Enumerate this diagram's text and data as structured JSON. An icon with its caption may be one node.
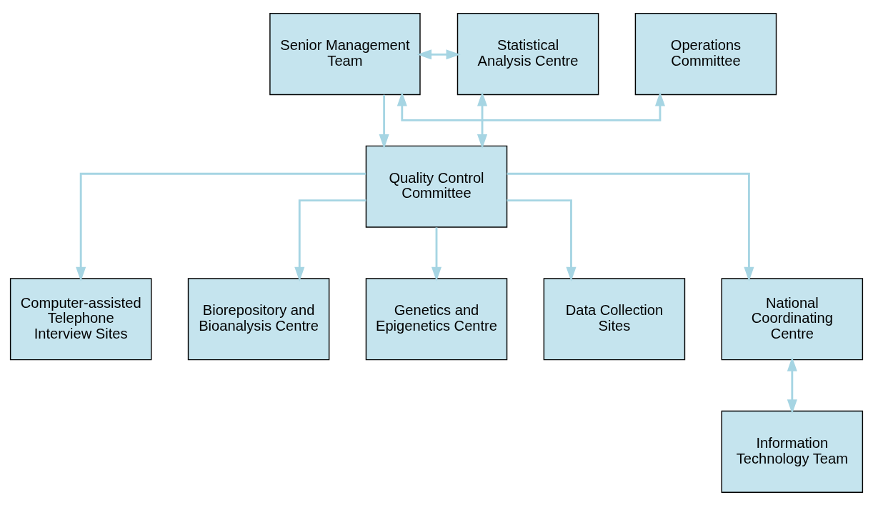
{
  "diagram": {
    "nodes": [
      {
        "text": [
          "Senior Management Team"
        ]
      },
      {
        "text": [
          "Operations Committee"
        ]
      },
      {
        "text": [
          "Statistical Analysis Centre"
        ]
      },
      {
        "text": [
          "Quality Control Committee"
        ]
      },
      {
        "text": [
          "Computer-assisted Telephone Interview Sites"
        ]
      },
      {
        "text": [
          "Biorepository and Bioanalysis Centre"
        ]
      },
      {
        "text": [
          "Genetics and Epigenetics Centre"
        ]
      },
      {
        "text": [
          "Data Collection Sites"
        ]
      },
      {
        "text": [
          "National Coordinating Centre"
        ]
      },
      {
        "text": [
          "Information Technology Team"
        ]
      }
    ],
    "edges": [
      {
        "from": 0,
        "to": 1,
        "arrow": "both"
      },
      {
        "from": 0,
        "to": 2,
        "arrow": "both"
      },
      {
        "from": 2,
        "to": 3,
        "arrow": "both"
      },
      {
        "from": 0,
        "to": 3,
        "arrow": "to"
      },
      {
        "from": 3,
        "to": 4,
        "arrow": "to"
      },
      {
        "from": 3,
        "to": 5,
        "arrow": "to"
      },
      {
        "from": 3,
        "to": 6,
        "arrow": "to"
      },
      {
        "from": 3,
        "to": 7,
        "arrow": "to"
      },
      {
        "from": 3,
        "to": 8,
        "arrow": "to"
      },
      {
        "from": 8,
        "to": 9,
        "arrow": "both"
      }
    ]
  }
}
